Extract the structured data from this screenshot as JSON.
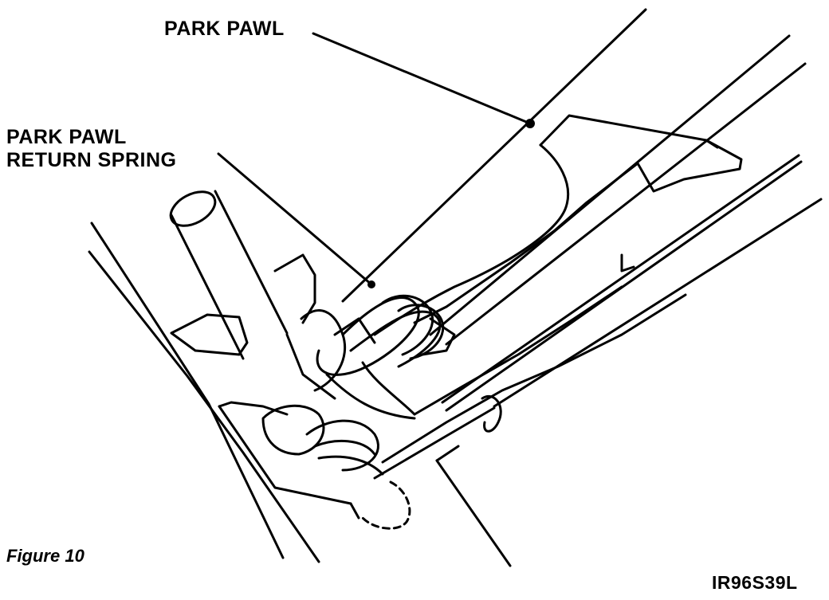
{
  "labels": {
    "park_pawl": "PARK PAWL",
    "return_spring_line1": "PARK PAWL",
    "return_spring_line2": "RETURN SPRING",
    "figure": "Figure 10",
    "code": "IR96S39L"
  },
  "colors": {
    "ink": "#000000",
    "paper": "#ffffff"
  }
}
